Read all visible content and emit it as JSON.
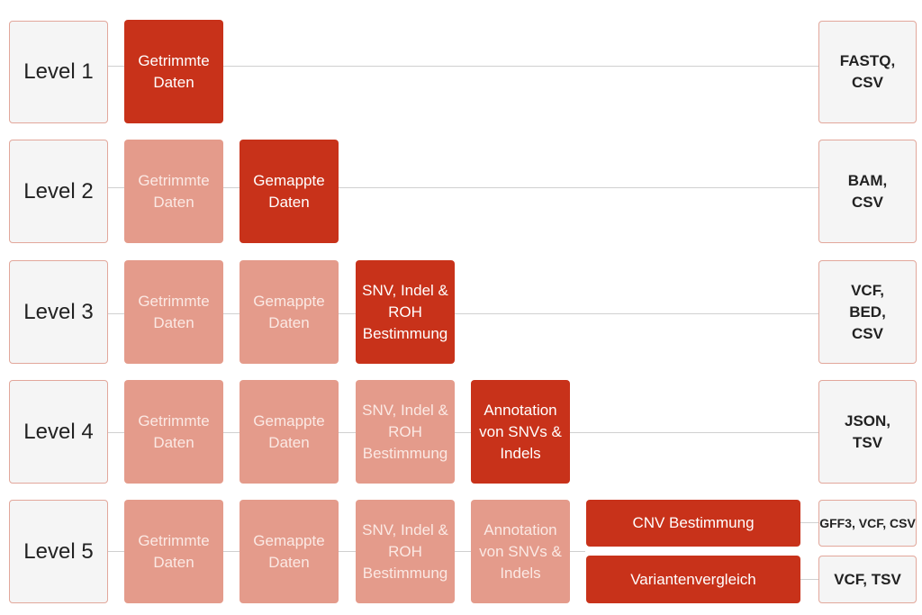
{
  "levels": [
    {
      "label": "Level 1",
      "steps": [
        {
          "label": "Getrimmte\nDaten",
          "state": "current"
        }
      ],
      "format": "FASTQ,\nCSV"
    },
    {
      "label": "Level 2",
      "steps": [
        {
          "label": "Getrimmte\nDaten",
          "state": "done"
        },
        {
          "label": "Gemappte\nDaten",
          "state": "current"
        }
      ],
      "format": "BAM,\nCSV"
    },
    {
      "label": "Level 3",
      "steps": [
        {
          "label": "Getrimmte\nDaten",
          "state": "done"
        },
        {
          "label": "Gemappte\nDaten",
          "state": "done"
        },
        {
          "label": "SNV, Indel &\nROH\nBestimmung",
          "state": "current"
        }
      ],
      "format": "VCF,\nBED,\nCSV"
    },
    {
      "label": "Level 4",
      "steps": [
        {
          "label": "Getrimmte\nDaten",
          "state": "done"
        },
        {
          "label": "Gemappte\nDaten",
          "state": "done"
        },
        {
          "label": "SNV, Indel &\nROH\nBestimmung",
          "state": "done"
        },
        {
          "label": "Annotation\nvon SNVs &\nIndels",
          "state": "current"
        }
      ],
      "format": "JSON,\nTSV"
    },
    {
      "label": "Level 5",
      "steps": [
        {
          "label": "Getrimmte\nDaten",
          "state": "done"
        },
        {
          "label": "Gemappte\nDaten",
          "state": "done"
        },
        {
          "label": "SNV, Indel &\nROH\nBestimmung",
          "state": "done"
        },
        {
          "label": "Annotation\nvon SNVs &\nIndels",
          "state": "done"
        }
      ],
      "branches": [
        {
          "label": "CNV Bestimmung",
          "format": "GFF3, VCF, CSV"
        },
        {
          "label": "Variantenvergleich",
          "format": "VCF, TSV"
        }
      ]
    }
  ],
  "colors": {
    "current": "#c8321a",
    "done": "#e49b8b",
    "neutral": "#f5f5f5",
    "border": "#e2a79b",
    "connector": "#d0d0d0"
  }
}
